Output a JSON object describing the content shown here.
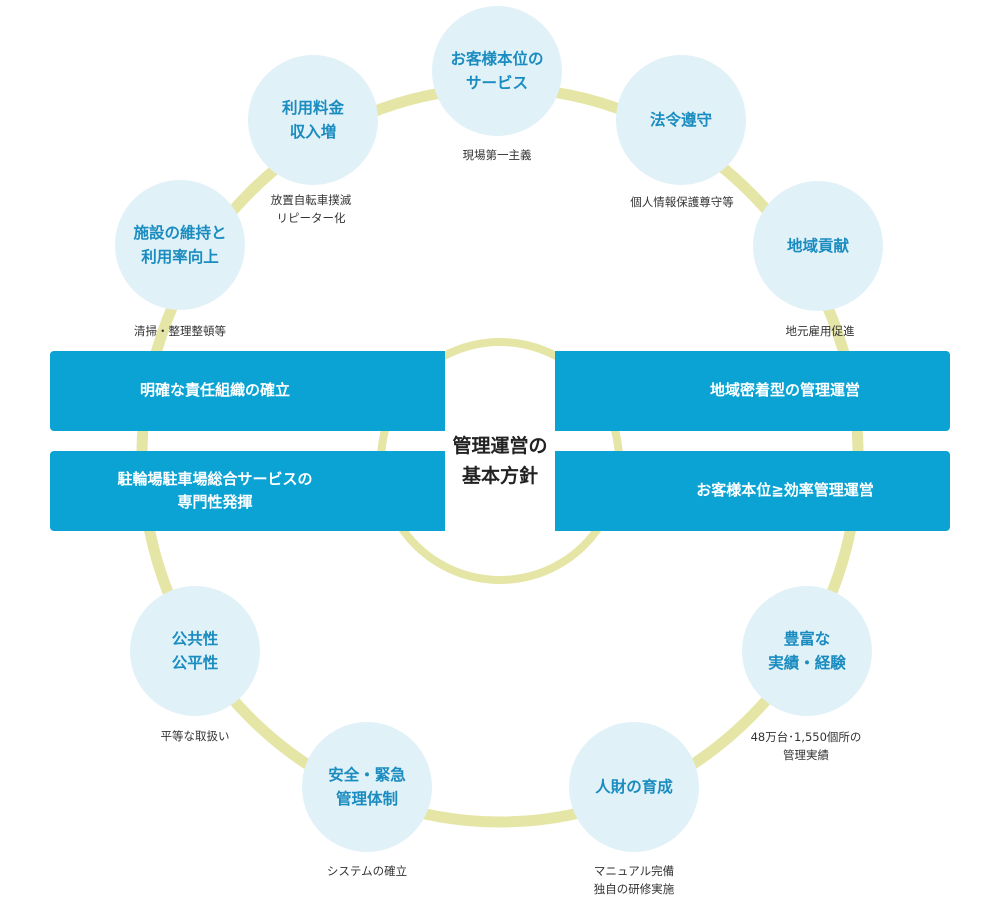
{
  "center": {
    "title": "管理運営の\n基本方針"
  },
  "policies": {
    "left_top": "明確な責任組織の確立",
    "left_bottom": "駐輪場駐車場総合サービスの\n専門性発揮",
    "right_top": "地域密着型の管理運営",
    "right_bottom": "お客様本位≧効率管理運営"
  },
  "nodes": [
    {
      "title": "お客様本位の\nサービス",
      "note": "現場第一主義"
    },
    {
      "title": "法令遵守",
      "note": "個人情報保護尊守等"
    },
    {
      "title": "地域貢献",
      "note": "地元雇用促進"
    },
    {
      "title": "豊富な\n実績・経験",
      "note": "48万台･1,550個所の\n管理実績"
    },
    {
      "title": "人財の育成",
      "note": "マニュアル完備\n独自の研修実施"
    },
    {
      "title": "安全・緊急\n管理体制",
      "note": "システムの確立"
    },
    {
      "title": "公共性\n公平性",
      "note": "平等な取扱い"
    },
    {
      "title": "施設の維持と\n利用率向上",
      "note": "清掃・整理整頓等"
    },
    {
      "title": "利用料金\n収入増",
      "note": "放置自転車撲滅\nリピーター化"
    }
  ],
  "colors": {
    "ring": "#e5e5a6",
    "node_bg": "#e0f1f8",
    "node_text": "#1a8cc0",
    "band": "#0aa3d3"
  }
}
